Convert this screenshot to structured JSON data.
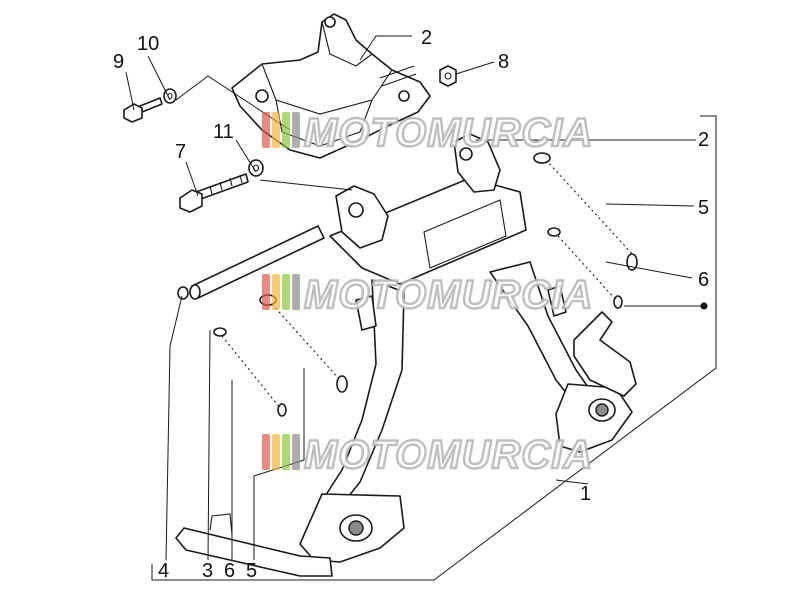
{
  "callouts": {
    "c1": "1",
    "c2_top": "2",
    "c2_right": "2",
    "c3": "3",
    "c4": "4",
    "c5_right": "5",
    "c5_bottom": "5",
    "c6_right": "6",
    "c6_bottom": "6",
    "c7": "7",
    "c8": "8",
    "c9": "9",
    "c10": "10",
    "c11": "11"
  },
  "watermark": {
    "text": "MOTOMURCIA",
    "colors": [
      "#e2574c",
      "#f2b33d",
      "#8cc63f",
      "#8a8a8a"
    ]
  }
}
